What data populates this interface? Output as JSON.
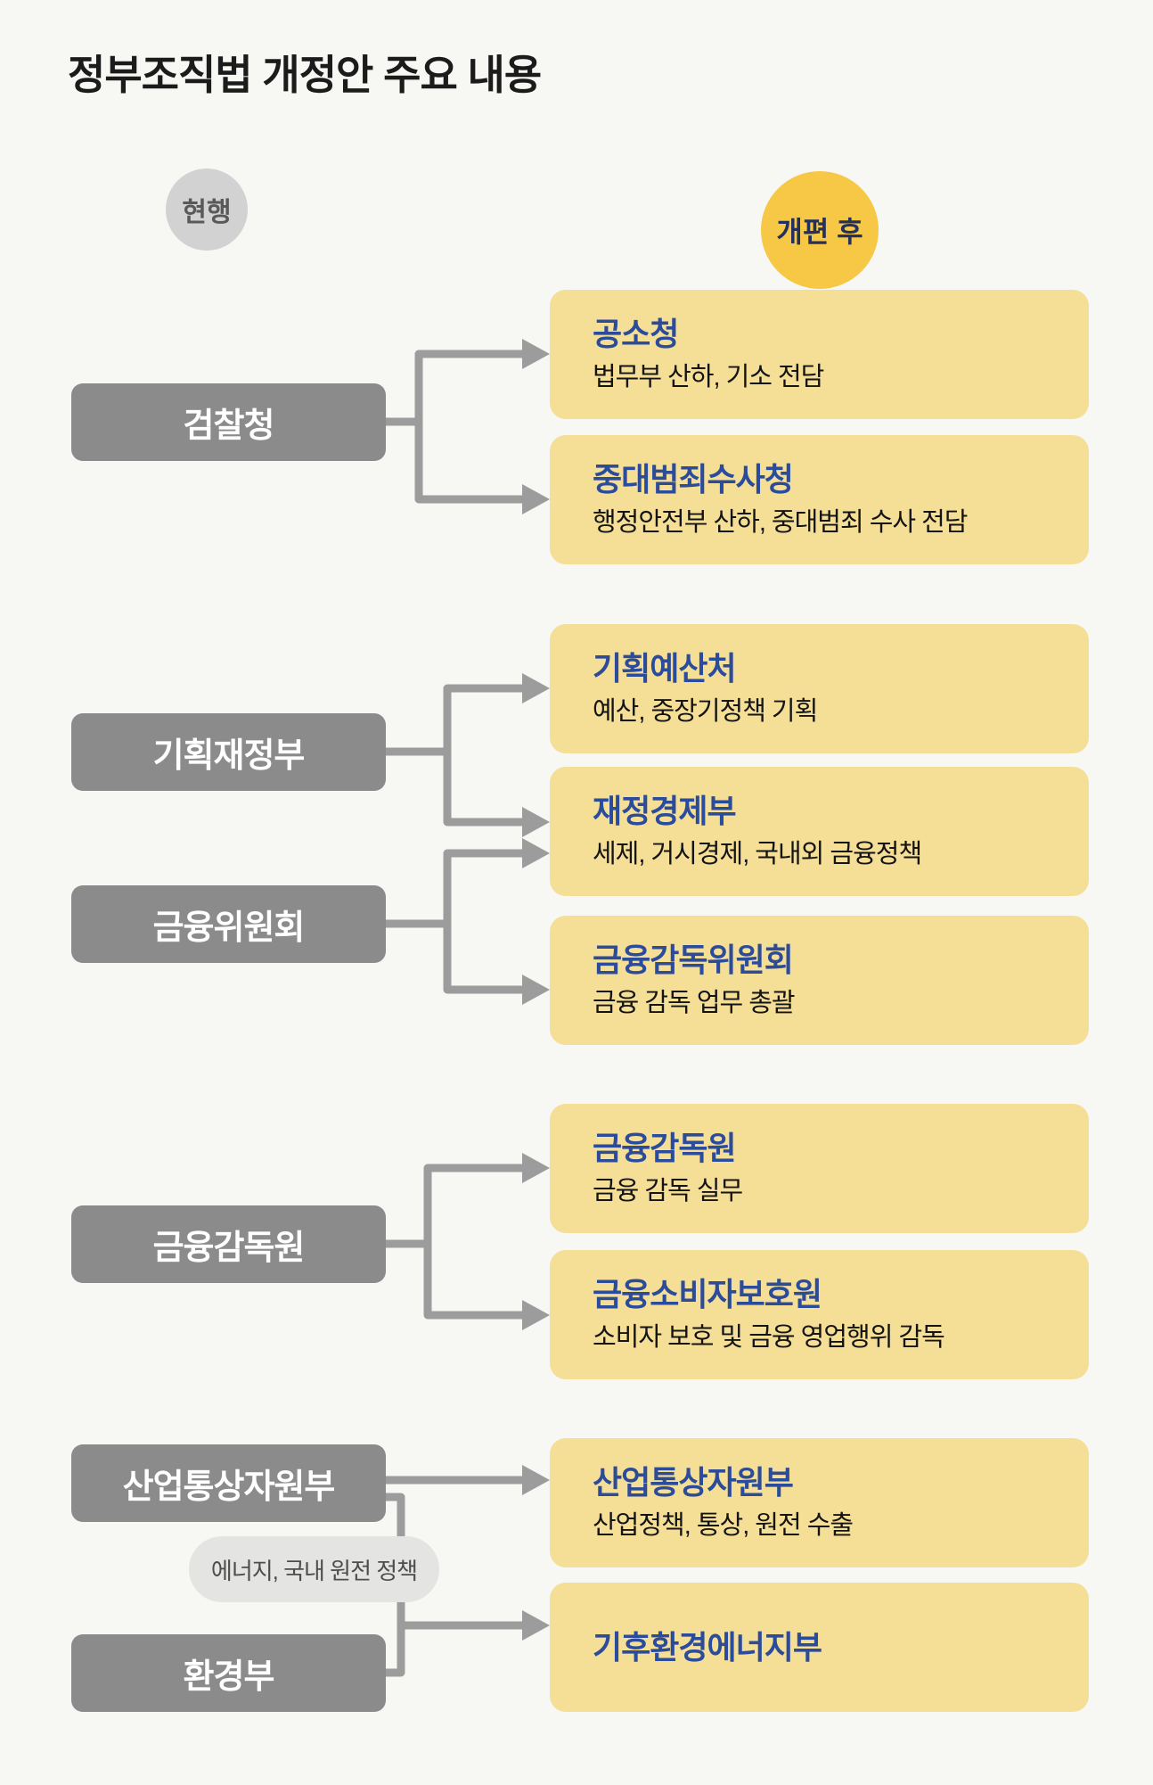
{
  "title": "정부조직법 개정안 주요 내용",
  "legend": {
    "current_label": "현행",
    "after_label": "개편 후"
  },
  "current_orgs": [
    {
      "label": "검찰청"
    },
    {
      "label": "기획재정부"
    },
    {
      "label": "금융위원회"
    },
    {
      "label": "금융감독원"
    },
    {
      "label": "산업통상자원부"
    },
    {
      "label": "환경부"
    }
  ],
  "new_orgs": [
    {
      "title": "공소청",
      "desc": "법무부 산하, 기소 전담"
    },
    {
      "title": "중대범죄수사청",
      "desc": "행정안전부 산하, 중대범죄 수사 전담"
    },
    {
      "title": "기획예산처",
      "desc": "예산, 중장기정책 기획"
    },
    {
      "title": "재정경제부",
      "desc": "세제, 거시경제, 국내외 금융정책"
    },
    {
      "title": "금융감독위원회",
      "desc": "금융 감독 업무 총괄"
    },
    {
      "title": "금융감독원",
      "desc": "금융 감독 실무"
    },
    {
      "title": "금융소비자보호원",
      "desc": "소비자 보호 및 금융 영업행위 감독"
    },
    {
      "title": "산업통상자원부",
      "desc": "산업정책, 통상, 원전 수출"
    },
    {
      "title": "기후환경에너지부",
      "desc": ""
    }
  ],
  "annotation": {
    "energy_note": "에너지, 국내 원전 정책"
  },
  "colors": {
    "background": "#f7f7f4",
    "current_box_gray": "#8b8b8b",
    "new_box_yellow": "#f5de95",
    "after_badge_yellow": "#f6c845",
    "current_badge_gray": "#d2d2d2",
    "new_title_blue": "#2b4b9b",
    "connector_gray": "#9c9c9c",
    "note_pill_gray": "#e4e4e3"
  }
}
